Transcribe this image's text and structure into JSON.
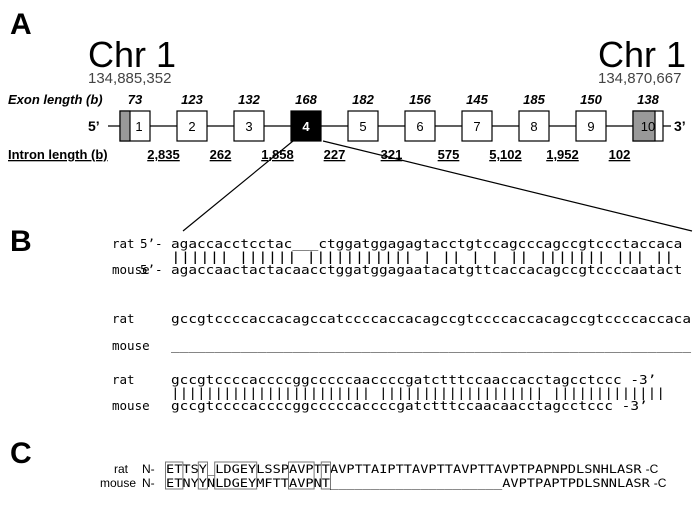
{
  "panels": {
    "a": "A",
    "b": "B",
    "c": "C"
  },
  "chromosome": {
    "left": {
      "name": "Chr 1",
      "coord": "134,885,352"
    },
    "right": {
      "name": "Chr 1",
      "coord": "134,870,667"
    }
  },
  "gene": {
    "exon_length_label": "Exon length (b)",
    "intron_length_label": "Intron length (b)",
    "five_prime": "5’",
    "three_prime": "3’",
    "highlighted_exon": "4",
    "exons": [
      {
        "number": "1",
        "length": "73",
        "style": "gray-left"
      },
      {
        "number": "2",
        "length": "123",
        "style": "plain"
      },
      {
        "number": "3",
        "length": "132",
        "style": "plain"
      },
      {
        "number": "4",
        "length": "168",
        "style": "black"
      },
      {
        "number": "5",
        "length": "182",
        "style": "plain"
      },
      {
        "number": "6",
        "length": "156",
        "style": "plain"
      },
      {
        "number": "7",
        "length": "145",
        "style": "plain"
      },
      {
        "number": "8",
        "length": "185",
        "style": "plain"
      },
      {
        "number": "9",
        "length": "150",
        "style": "plain"
      },
      {
        "number": "10",
        "length": "138",
        "style": "gray"
      }
    ],
    "introns": [
      "2,835",
      "262",
      "1,858",
      "227",
      "321",
      "575",
      "5,102",
      "1,952",
      "102"
    ]
  },
  "alignment": {
    "blocks": [
      {
        "rat_label": "rat",
        "rat_prefix": "5’-",
        "rat_seq": "agaccacctcctac___ctggatggagagtacctgtccagcccagccgtccctaccaca",
        "match": "|||||| ||||||    ||||||||||| | ||  | |  || ||||||| |||  ||",
        "mouse_label": "mouse",
        "mouse_prefix": "5’-",
        "mouse_seq": "agaccaactactacaacctggatggagaatacatgttcaccacagccgtccccaatact"
      },
      {
        "rat_label": "rat",
        "rat_prefix": "",
        "rat_seq": "gccgtccccaccacagccatccccaccacagccgtccccaccacagccgtccccaccaca",
        "match": "",
        "mouse_label": "mouse",
        "mouse_prefix": "",
        "mouse_seq": "____________________________________________________________"
      },
      {
        "rat_label": "rat",
        "rat_prefix": "",
        "rat_seq": "gccgtccccaccccggcccccaaccccgatctttccaaccacctagcctccc -3’",
        "match": "||||||||||||||||||||||| ||||||||||||||||||| |||||||||||||",
        "mouse_label": "mouse",
        "mouse_prefix": "",
        "mouse_seq": "gccgtccccaccccggcccccaccccgatctttccaacaacctagcctccc -3’"
      }
    ]
  },
  "protein": {
    "rat_label": "rat",
    "rat_n": "N-",
    "rat_seq": "ETTSY_LDGEYLSSPAVPTTAVPTTAIPTTAVPTTAVPTTAVPTPAPNPDLSNHLASR",
    "rat_c": "-C",
    "mouse_label": "mouse",
    "mouse_n": "N-",
    "mouse_seq": "ETNYYNLDGEYMFTTAVPNT_____________________AVPTPAPTPDLSNNLASR",
    "mouse_c": "-C"
  }
}
